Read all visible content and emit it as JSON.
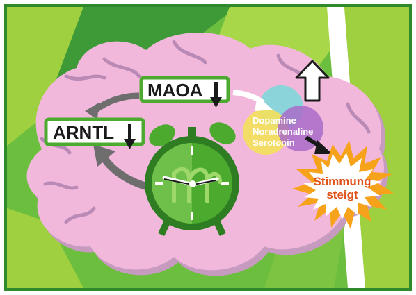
{
  "labels": {
    "maoa": "MAOA",
    "arntl": "ARNTL",
    "dopamine": "Dopamine",
    "noradrenaline": "Noradrenaline",
    "serotonin": "Serotonin",
    "mood_line1": "Stimmung",
    "mood_line2": "steigt"
  },
  "icons": {
    "maoa_arrow": "arrow-down",
    "arntl_arrow": "arrow-down",
    "mood_arrow": "arrow-up",
    "clock": "alarm-clock",
    "clock_logo": "m-logo"
  },
  "colors": {
    "frame": "#2f8a2c",
    "background_light": "#9fd03f",
    "background_mid": "#6cbf3e",
    "background_dark": "#3e9a36",
    "brain": "#f2b8dc",
    "brain_shadow": "#caa0c2",
    "clock_green": "#4caa2f",
    "clock_dark": "#2f7d22",
    "burst_orange": "#f7a21b",
    "circle_cyan": "#7fd7d8",
    "circle_yellow": "#f4e15a",
    "circle_purple": "#a96bc8",
    "arrow_gray": "#6e6e6e"
  }
}
